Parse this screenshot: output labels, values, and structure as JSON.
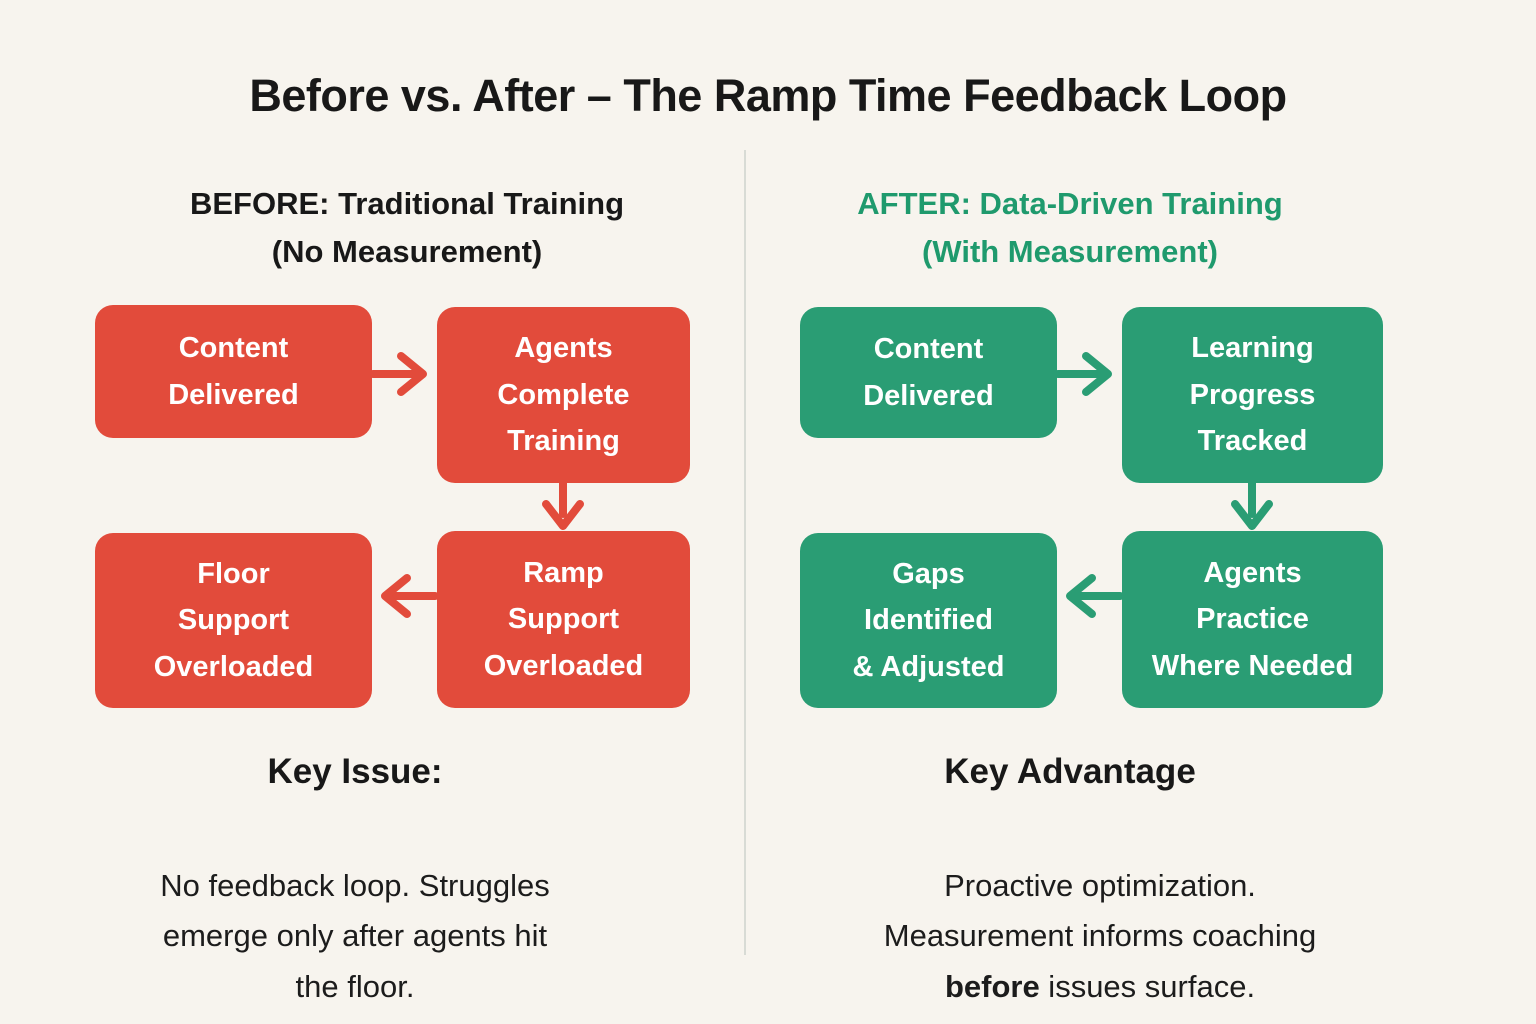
{
  "title": "Before vs. After – The Ramp Time Feedback Loop",
  "colors": {
    "red": "#e24b3b",
    "green": "#2a9d74",
    "heading_green": "#1f9a6d",
    "background": "#f7f4ee",
    "ink": "#181818",
    "divider": "#d8dbd5"
  },
  "before": {
    "heading": "BEFORE: Traditional Training\n(No Measurement)",
    "boxes": [
      {
        "id": "content-delivered",
        "label": "Content\nDelivered"
      },
      {
        "id": "agents-complete-training",
        "label": "Agents\nComplete\nTraining"
      },
      {
        "id": "ramp-support-overloaded",
        "label": "Ramp\nSupport\nOverloaded"
      },
      {
        "id": "floor-support-overloaded",
        "label": "Floor\nSupport\nOverloaded"
      }
    ],
    "key_heading": "Key Issue:",
    "key_text": "No feedback loop. Struggles\nemerge only after agents hit\nthe floor."
  },
  "after": {
    "heading": "AFTER: Data-Driven Training\n(With Measurement)",
    "boxes": [
      {
        "id": "content-delivered",
        "label": "Content\nDelivered"
      },
      {
        "id": "learning-progress-tracked",
        "label": "Learning\nProgress\nTracked"
      },
      {
        "id": "agents-practice-where-needed",
        "label": "Agents\nPractice\nWhere Needed"
      },
      {
        "id": "gaps-identified-adjusted",
        "label": "Gaps\nIdentified\n& Adjusted"
      }
    ],
    "key_heading": "Key Advantage",
    "key_text_lead": "Proactive optimization.\nMeasurement informs coaching\n",
    "key_text_bold": "before",
    "key_text_tail": " issues surface."
  }
}
